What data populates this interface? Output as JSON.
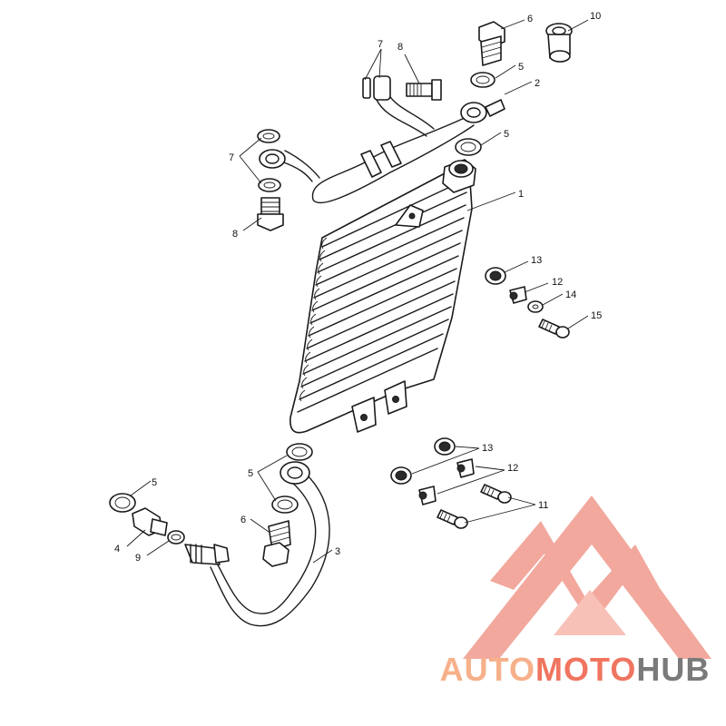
{
  "diagram": {
    "callouts": {
      "radiator": "1",
      "upper_hose": "2",
      "lower_hose": "3",
      "lower_adapter": "4",
      "washer_top_right_1": "5",
      "washer_top_right_2": "5",
      "washer_bottom_center": "5",
      "washer_bottom_left": "5",
      "banjo_bolt_top": "6",
      "banjo_bolt_bottom": "6",
      "fitting_top_center": "7",
      "fitting_left": "7",
      "bolt_top_center": "8",
      "bolt_left": "8",
      "o_ring": "9",
      "fitting_top_right": "10",
      "screw_lower": "11",
      "bushing_lower": "12",
      "bushing_upper": "12",
      "grommet_lower": "13",
      "grommet_upper": "13",
      "washer_small": "14",
      "screw_upper": "15"
    }
  },
  "watermark": {
    "brand_part1": "AUTO",
    "brand_part2": "MOTO",
    "brand_part3": "HUB",
    "colors": {
      "primary": "#f2a08a",
      "accent": "#f06e5a",
      "dark": "#7a7a7a",
      "logo": "#f09a8c"
    }
  }
}
